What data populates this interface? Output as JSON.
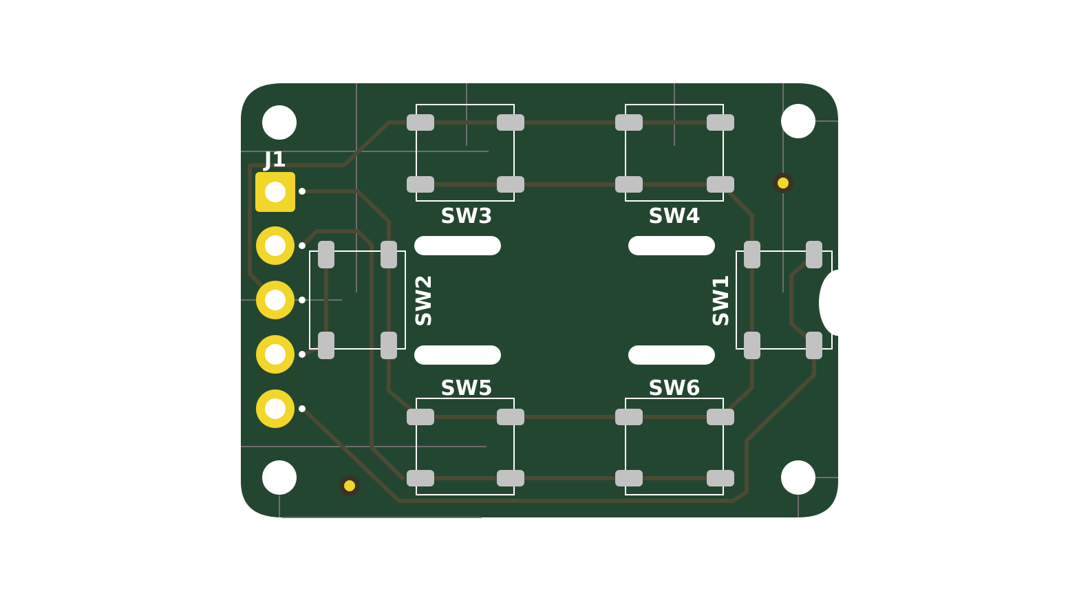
{
  "colors": {
    "background": "#ffffff",
    "board": "#234631",
    "trace": "#4b4a33",
    "pad_smd": "#c2c2c2",
    "pad_gold": "#f2d629",
    "silkscreen": "#ffffff",
    "edge_line": "#6f6f6f"
  },
  "labels": {
    "j1": "J1",
    "sw1": "SW1",
    "sw2": "SW2",
    "sw3": "SW3",
    "sw4": "SW4",
    "sw5": "SW5",
    "sw6": "SW6"
  }
}
